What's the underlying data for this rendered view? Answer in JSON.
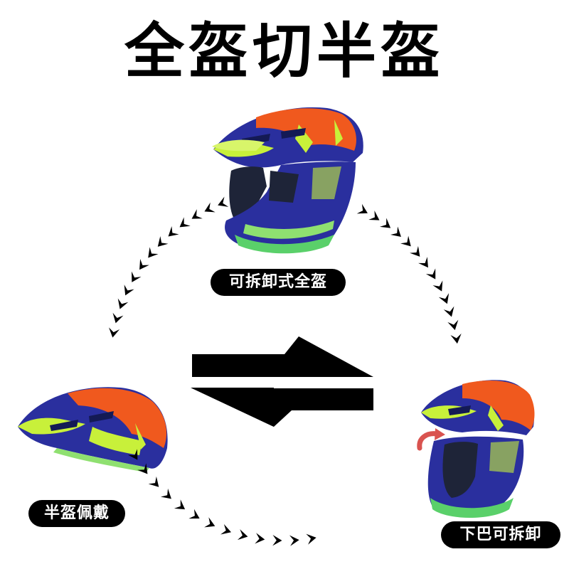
{
  "title": "全盔切半盔",
  "labels": {
    "full_helmet": "可拆卸式全盔",
    "half_helmet": "半盔佩戴",
    "detachable_chin": "下巴可拆卸"
  },
  "colors": {
    "shell_blue": "#2a2f9e",
    "shell_orange": "#f0591e",
    "shell_lime": "#c8f03a",
    "liner_dark": "#1e2438",
    "arrow": "#000000",
    "red_arrow": "#d9534f"
  },
  "icons": [
    "chevron-arrow-icon",
    "swap-arrows-icon",
    "curved-red-arrow-icon"
  ]
}
